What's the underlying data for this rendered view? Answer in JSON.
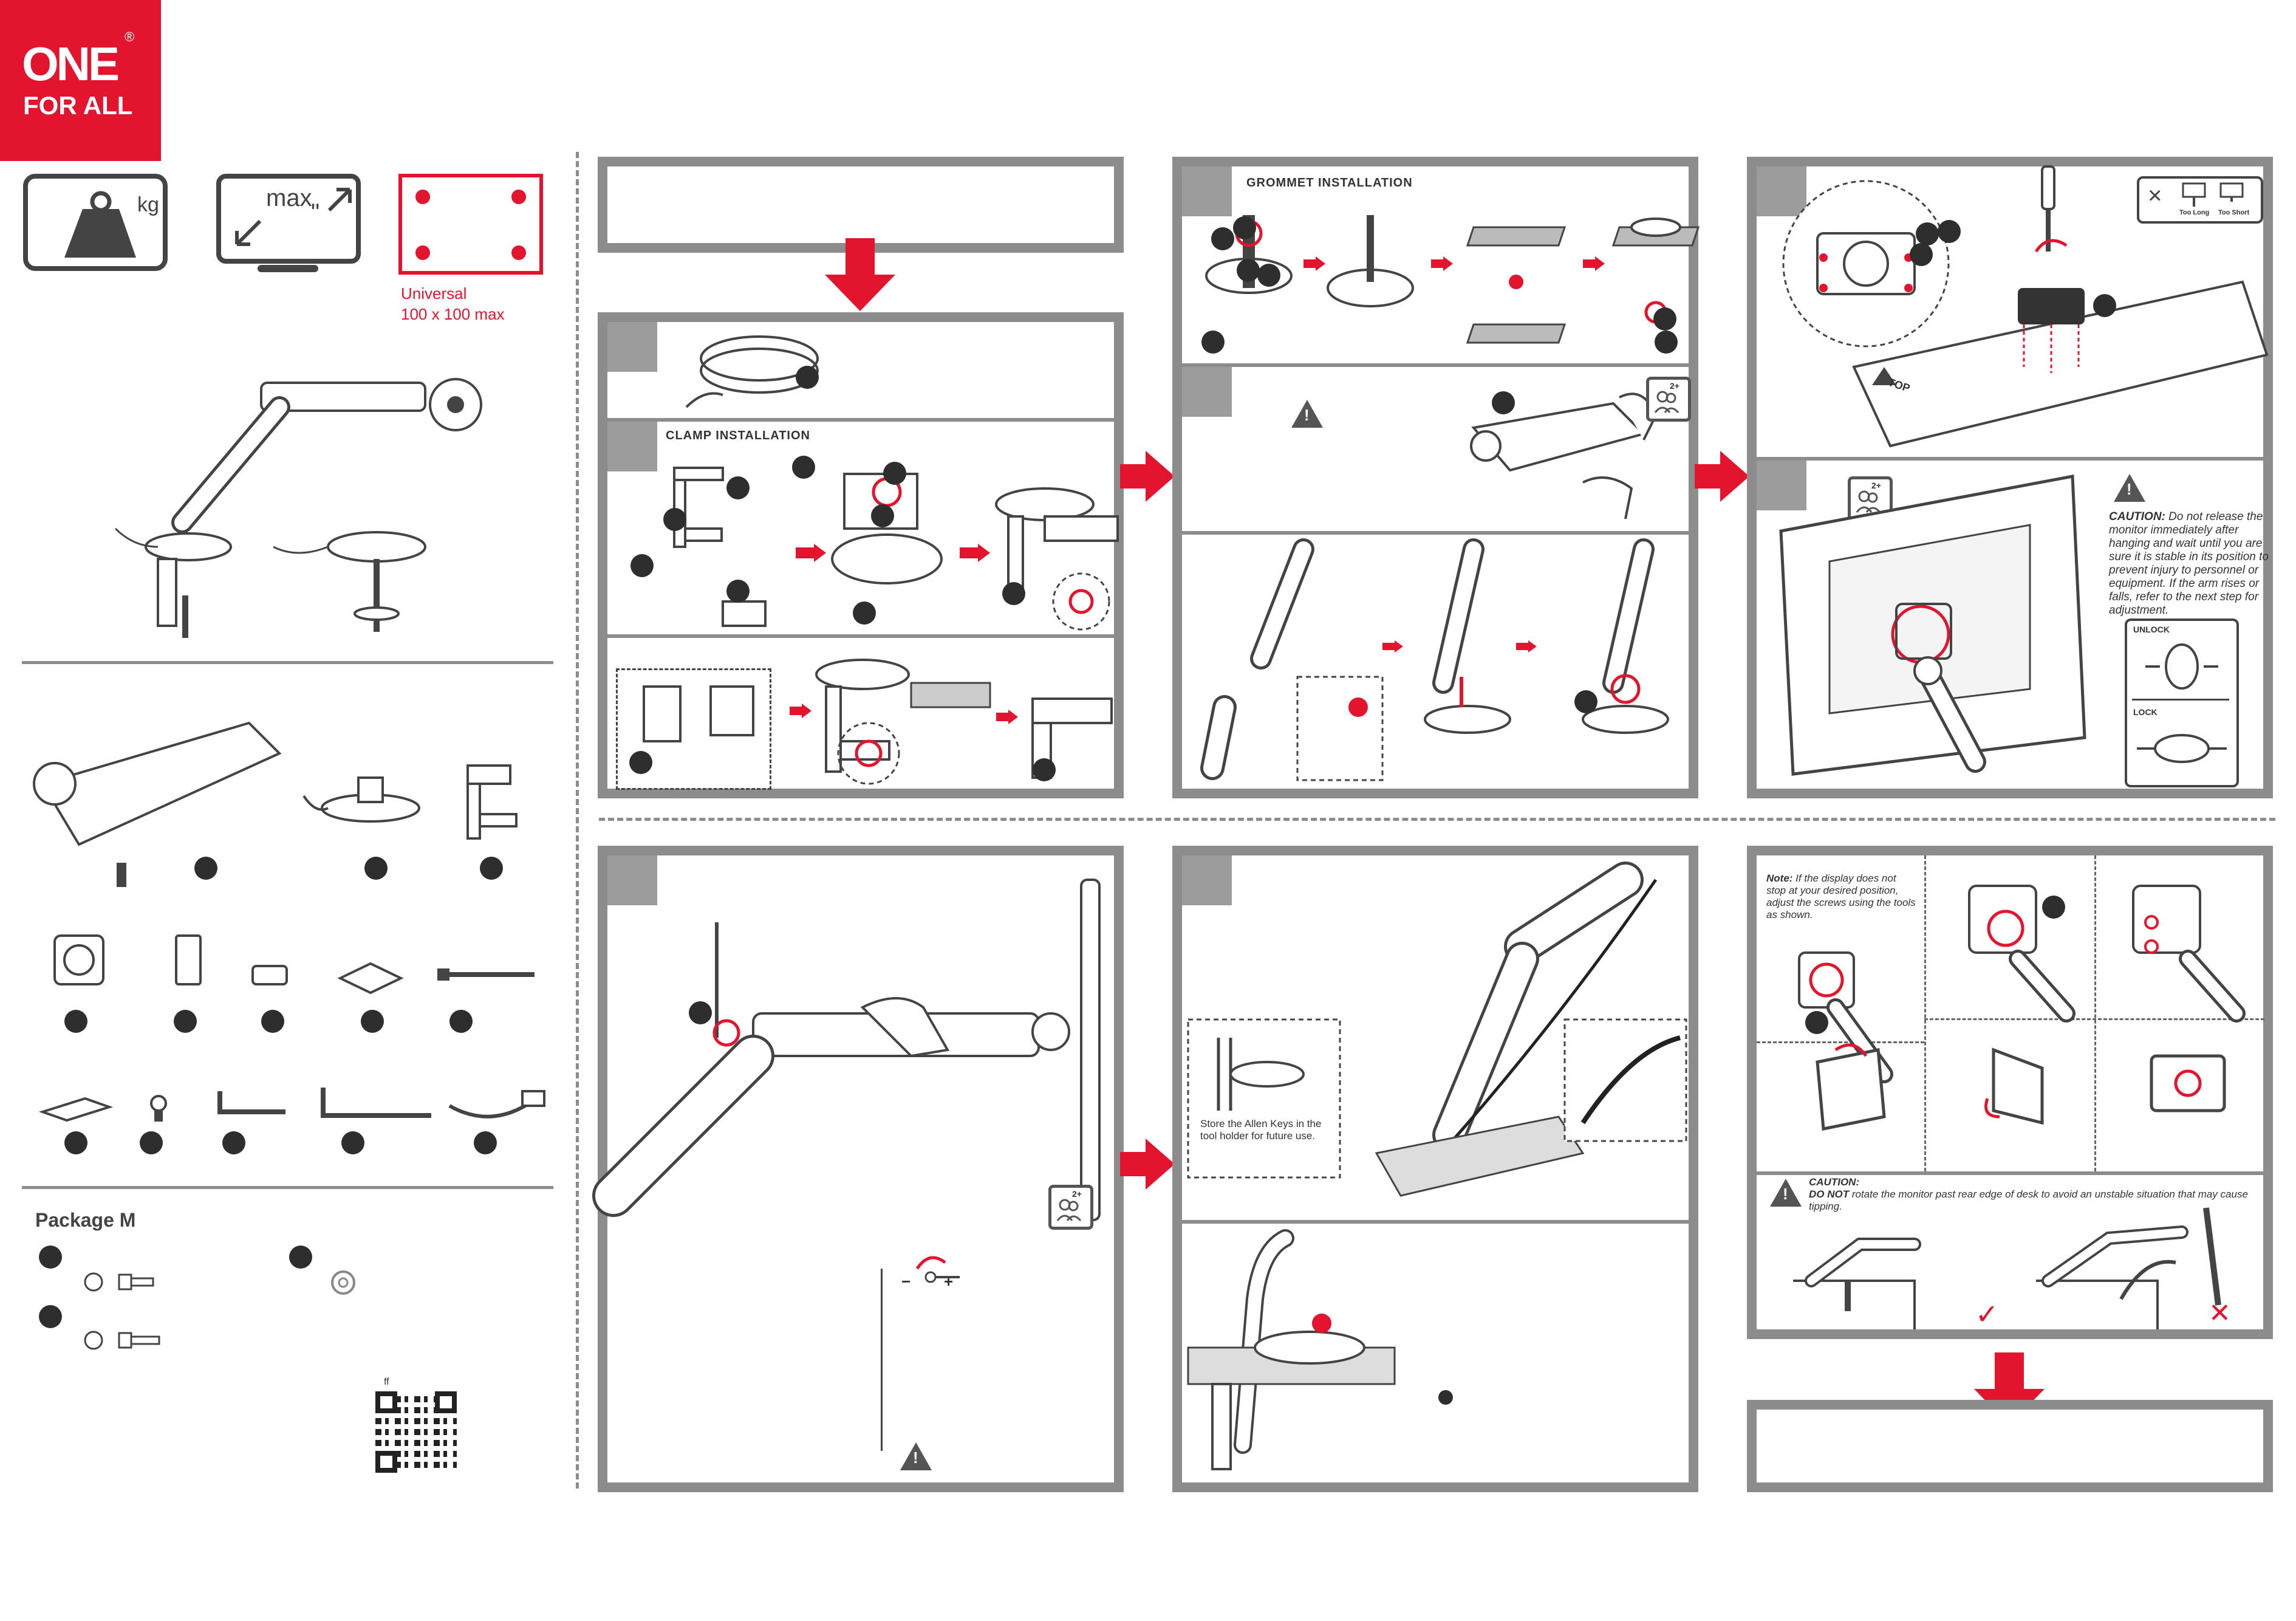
{
  "brand": {
    "logo_line1": "ONE",
    "logo_line2": "FOR ALL",
    "registered": "®",
    "color": "#e3152e"
  },
  "specs": {
    "weight_unit": "kg",
    "size_label": "max",
    "size_unit": "\"",
    "vesa_line1": "Universal",
    "vesa_line2": "100 x 100 max"
  },
  "package": {
    "title": "Package M"
  },
  "labels": {
    "clamp_installation": "CLAMP INSTALLATION",
    "grommet_installation": "GROMMET INSTALLATION",
    "too_long": "Too Long",
    "too_short": "Too Short",
    "top": "TOP",
    "unlock": "UNLOCK",
    "lock": "LOCK",
    "two_person": "2+",
    "store_keys_line1": "Store the Allen Keys in the",
    "store_keys_line2": "tool holder for future use.",
    "qr_mark": "ff",
    "minus": "−",
    "plus": "+"
  },
  "cautions": {
    "release": {
      "heading": "CAUTION:",
      "text": " Do not release the monitor immediately after hanging and wait until you are sure it is stable in its position to prevent injury to personnel or equipment. If the arm rises or falls, refer to the next step for adjustment."
    },
    "rotate": {
      "heading": "CAUTION:",
      "bold": "DO NOT",
      "text": " rotate the monitor past rear edge of desk to avoid an unstable situation that may cause tipping."
    },
    "note": {
      "heading": "Note:",
      "text": " If the display does not stop at your desired position, adjust the screws using the tools as shown."
    }
  },
  "result_marks": {
    "ok": "✓",
    "bad": "✕"
  }
}
